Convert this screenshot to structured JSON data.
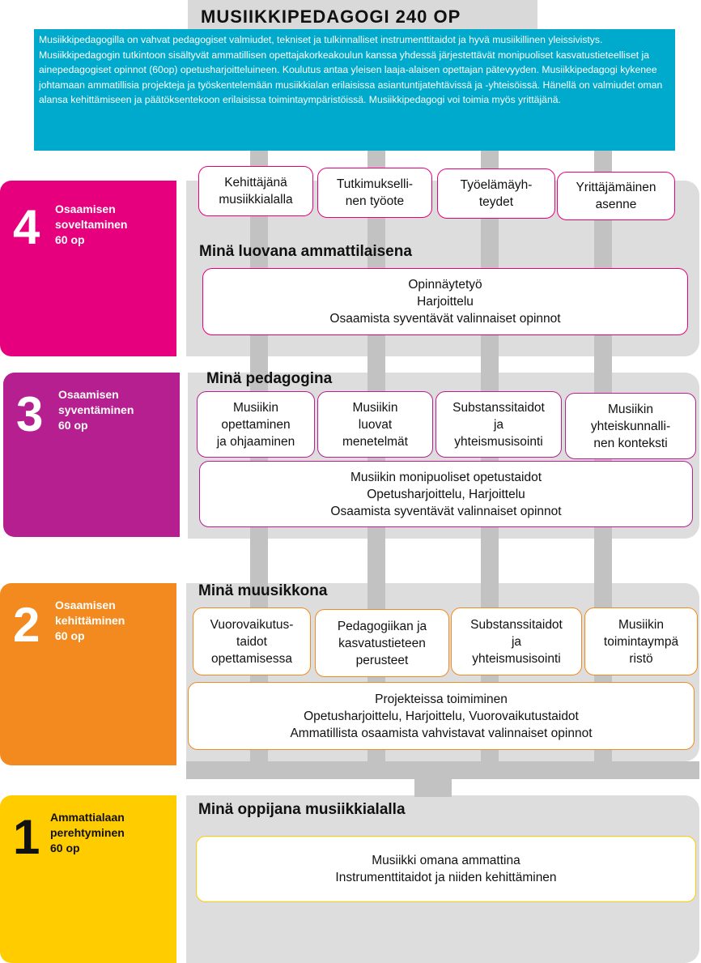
{
  "title": "MUSIIKKIPEDAGOGI 240 OP",
  "intro": [
    "Musiikkipedagogilla on vahvat  pedagogiset valmiudet, tekniset ja tulkinnalliset instrumenttitaidot ja hyvä musiikillinen yleissivistys.",
    "Musiikkipedagogin tutkintoon sisältyvät ammatillisen opettajakorkeakoulun kanssa yhdessä järjestettävät monipuoliset kasvatustieteelliset ja ainepedagogiset opinnot (60op) opetusharjoitteluineen. Koulutus antaa yleisen laaja-alaisen opettajan pätevyyden. Musiikkipedagogi kykenee johtamaan ammatillisia projekteja ja työskentelemään musiikkialan erilaisissa asiantuntijatehtävissä ja -yhteisöissä. Hänellä on valmiudet oman alansa kehittämiseen ja päätöksentekoon erilaisissa toimintaympäristöissä. Musiikkipedagogi voi toimia myös yrittäjänä."
  ],
  "colors": {
    "level4": "#e6007e",
    "level3": "#b51f8f",
    "level2": "#f28a1f",
    "level1": "#ffcc00",
    "intro": "#00aacc"
  },
  "levels": {
    "l4": {
      "number": "4",
      "name": "Osaamisen\nsoveltaminen\n60 op",
      "heading": "Minä luovana ammattilaisena",
      "boxes": [
        "Kehittäjänä\nmusiikkialalla",
        "Tutkimukselli-\nnen työote",
        "Työelämäyh-\nteydet",
        "Yrittäjämäinen\nasenne"
      ],
      "main": "Opinnäytetyö\nHarjoittelu\nOsaamista syventävät valinnaiset opinnot"
    },
    "l3": {
      "number": "3",
      "name": "Osaamisen\nsyventäminen\n60 op",
      "heading": "Minä pedagogina",
      "boxes": [
        "Musiikin\nopettaminen\nja ohjaaminen",
        "Musiikin\nluovat\nmenetelmät",
        "Substanssitaidot\nja\nyhteismusisointi",
        "Musiikin\nyhteiskunnalli-\nnen konteksti"
      ],
      "main": "Musiikin monipuoliset opetustaidot\nOpetusharjoittelu, Harjoittelu\nOsaamista syventävät valinnaiset opinnot"
    },
    "l2": {
      "number": "2",
      "name": "Osaamisen\nkehittäminen\n60 op",
      "heading": "Minä muusikkona",
      "boxes": [
        "Vuorovaikutus-\ntaidot\nopettamisessa",
        "Pedagogiikan ja\nkasvatustieteen\nperusteet",
        "Substanssitaidot\nja\nyhteismusisointi",
        "Musiikin\ntoimintaympä\nristö"
      ],
      "main": "Projekteissa toimiminen\nOpetusharjoittelu, Harjoittelu, Vuorovaikutustaidot\nAmmatillista osaamista vahvistavat valinnaiset opinnot"
    },
    "l1": {
      "number": "1",
      "name": "Ammattialaan\nperehtyminen\n60 op",
      "heading": "Minä oppijana musiikkialalla",
      "main": "Musiikki omana ammattina\nInstrumenttitaidot ja niiden kehittäminen"
    }
  }
}
